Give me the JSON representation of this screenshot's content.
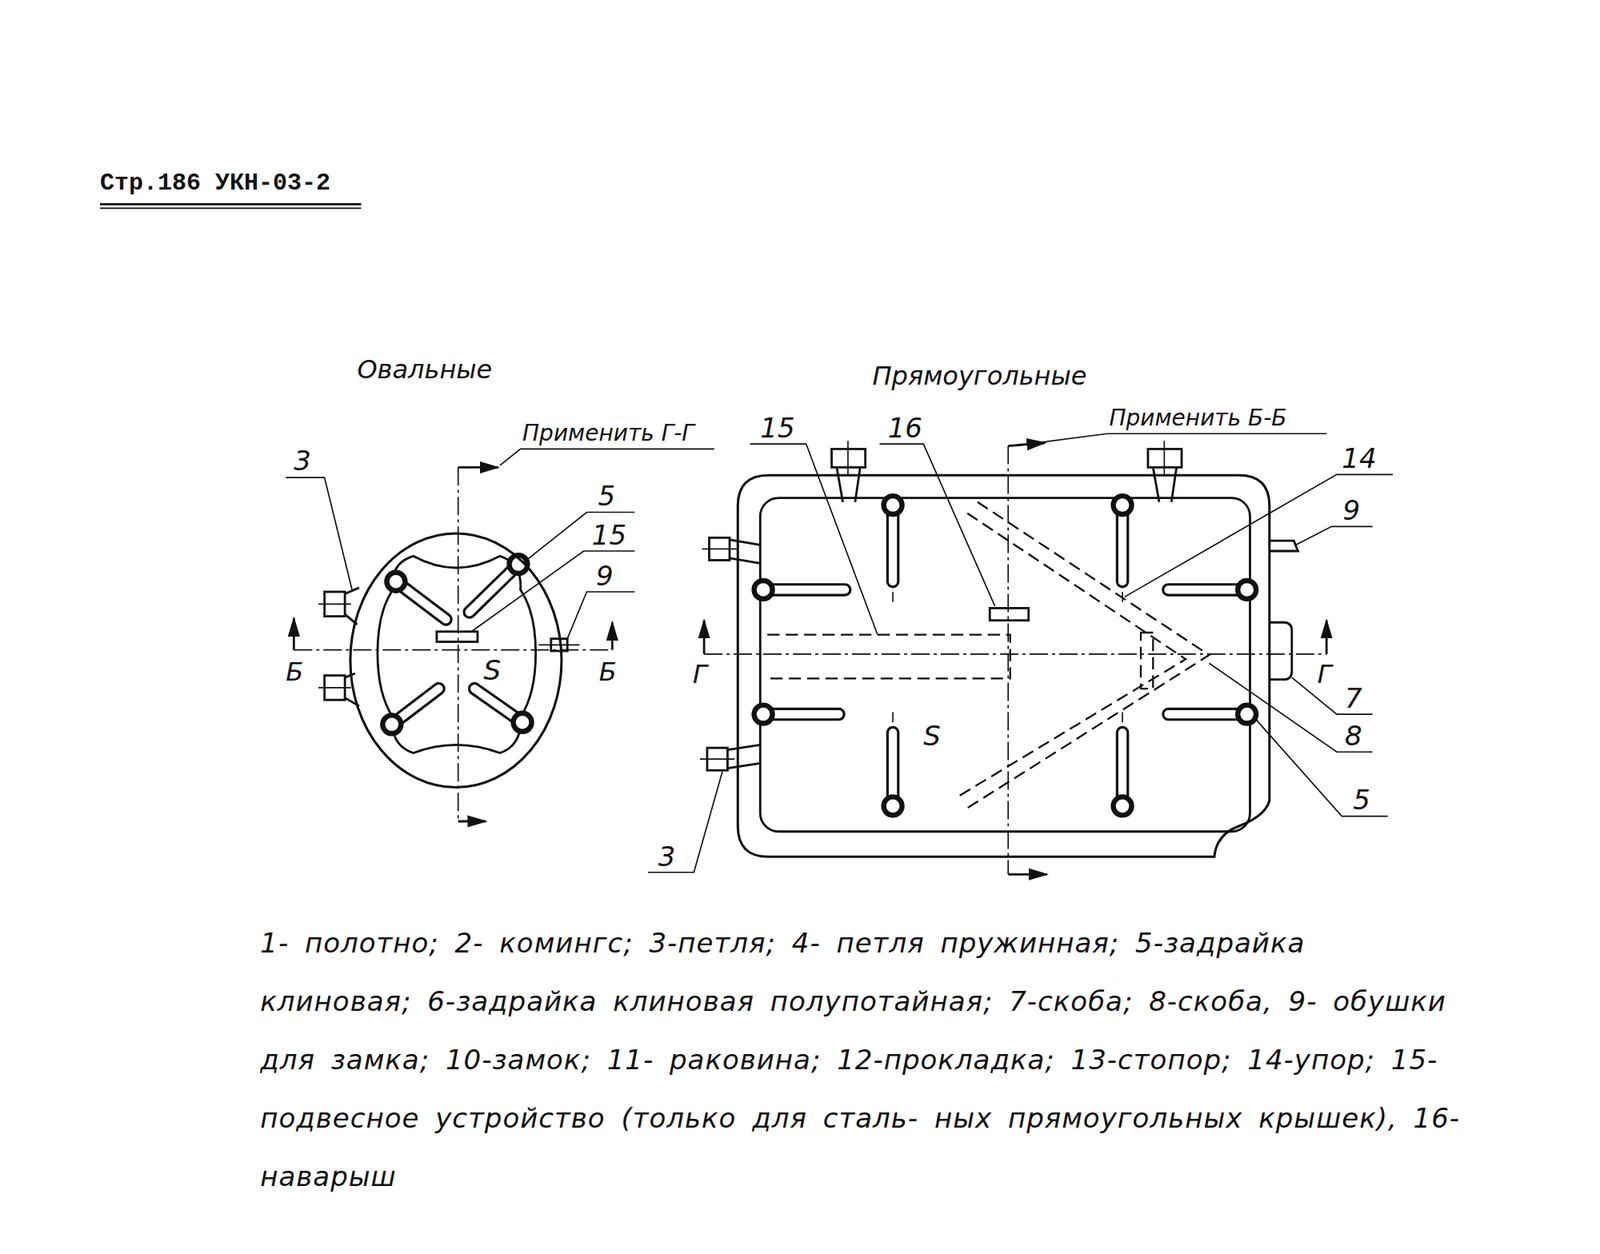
{
  "diagram": {
    "title": "Стр.186 УКН-03-2",
    "caption": "1- полотно; 2- комингс; 3-петля; 4- петля пружинная; 5-задрайка клиновая; 6-задрайка клиновая полупотайная; 7-скоба; 8-скоба, 9- обушки для замка; 10-замок; 11- раковина; 12-прокладка; 13-стопор; 14-упор; 15- подвесное устройство (только для сталь- ных прямоугольных крышек), 16- наварыш",
    "nodes": [
      {
        "text": [
          "S"
        ]
      },
      {
        "text": [
          "S"
        ]
      }
    ],
    "labels": [
      "Овальные",
      "Применить Г-Г",
      "3",
      "5",
      "15",
      "9",
      "Б",
      "Б",
      "Прямоугольные",
      "Применить Б-Б",
      "15",
      "16",
      "14",
      "9",
      "Г",
      "Г",
      "7",
      "8",
      "5",
      "3"
    ]
  }
}
